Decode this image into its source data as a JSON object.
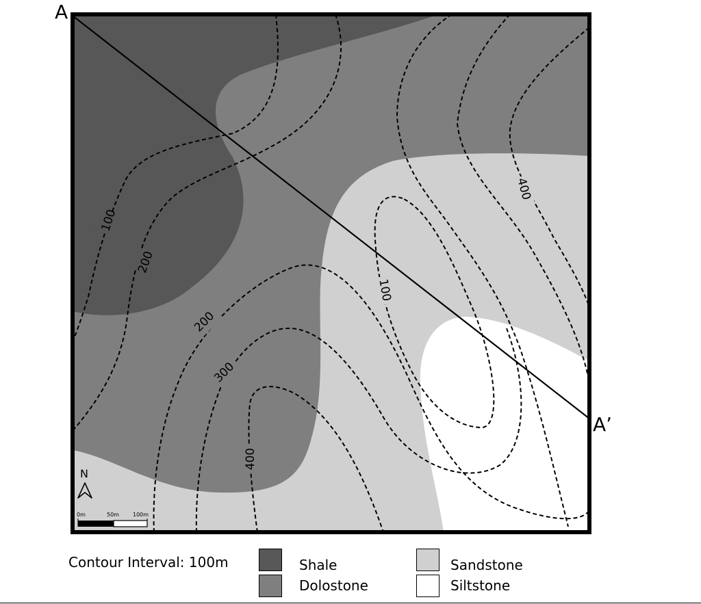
{
  "section_line": {
    "start_label": "A",
    "end_label": "A’"
  },
  "contour_labels": {
    "nw_100": "100",
    "nw_200": "200",
    "sw_200": "200",
    "sw_300": "300",
    "sw_400": "400",
    "center_100": "100",
    "ne_400": "400"
  },
  "north_arrow": {
    "label": "N"
  },
  "scale_bar": {
    "labels": [
      "0m",
      "50m",
      "100m"
    ]
  },
  "legend": {
    "contour_interval": "Contour Interval: 100m",
    "items": [
      {
        "label": "Shale",
        "color": "#575757"
      },
      {
        "label": "Dolostone",
        "color": "#7f7f7f"
      },
      {
        "label": "Sandstone",
        "color": "#d1d0d1"
      },
      {
        "label": "Siltstone",
        "color": "#ffffff"
      }
    ]
  },
  "colors": {
    "shale": "#575757",
    "dolostone": "#7f7f7f",
    "sandstone": "#d1d0d1",
    "siltstone": "#ffffff"
  }
}
